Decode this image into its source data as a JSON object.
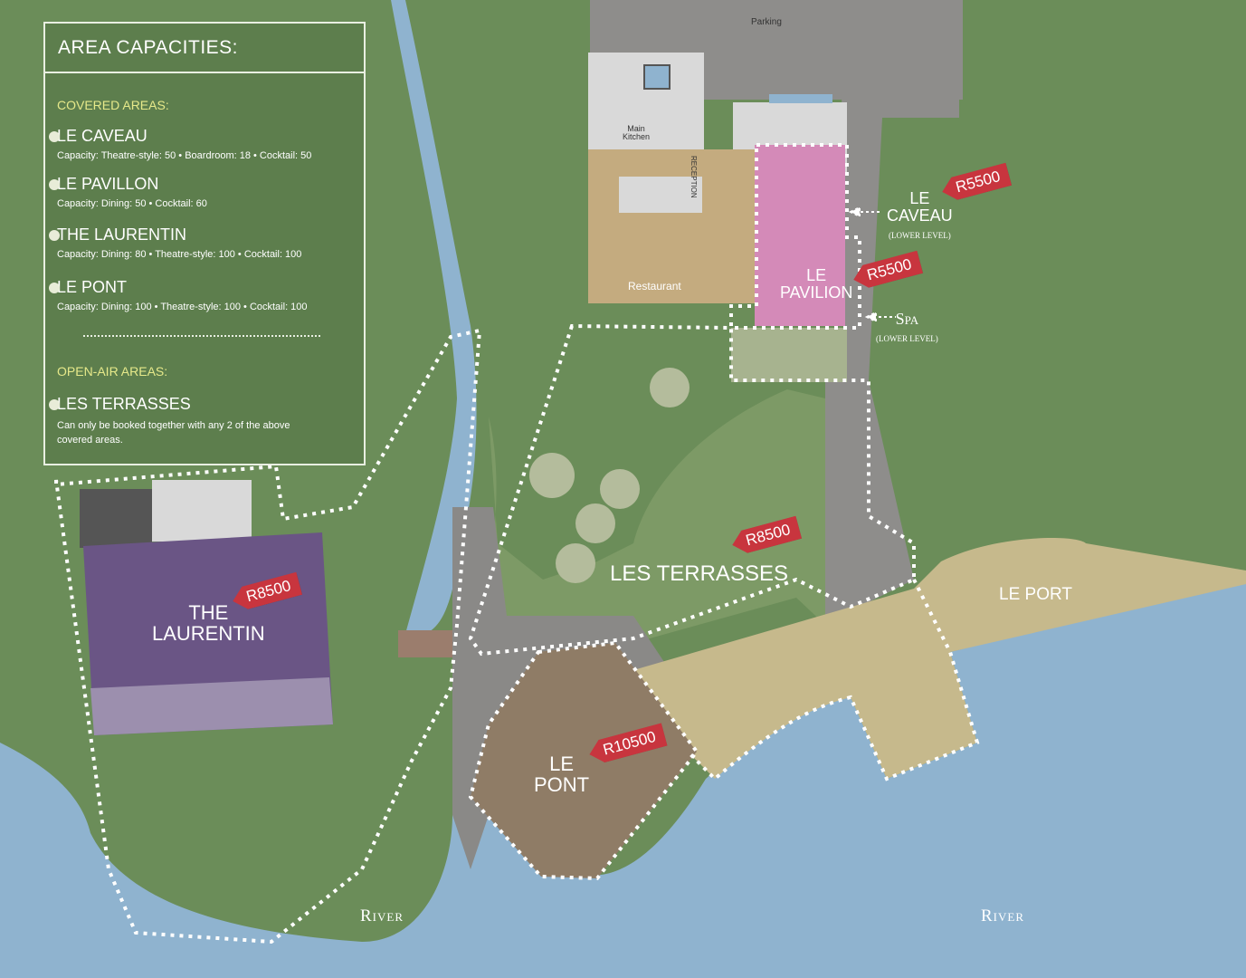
{
  "legend": {
    "title": "AREA CAPACITIES:",
    "covered_heading": "COVERED AREAS:",
    "openair_heading": "OPEN-AIR AREAS:",
    "items": [
      {
        "name": "LE CAVEAU",
        "capacity": "Capacity:  Theatre-style: 50  •  Boardroom: 18  •  Cocktail: 50"
      },
      {
        "name": "LE PAVILLON",
        "capacity": "Capacity:  Dining: 50  •  Cocktail: 60"
      },
      {
        "name": "THE LAURENTIN",
        "capacity": "Capacity:  Dining: 80  •  Theatre-style: 100  •  Cocktail: 100"
      },
      {
        "name": "LE PONT",
        "capacity": "Capacity:  Dining: 100  •  Theatre-style: 100  •  Cocktail: 100"
      }
    ],
    "openair": {
      "name": "LES TERRASSES",
      "description": "Can only be booked together with any 2 of the above covered areas."
    }
  },
  "map": {
    "parking": "Parking",
    "main_kitchen_line1": "Main",
    "main_kitchen_line2": "Kitchen",
    "reception": "RECEPTION",
    "restaurant": "Restaurant",
    "le_caveau_line1": "LE",
    "le_caveau_line2": "CAVEAU",
    "le_caveau_sub": "(LOWER LEVEL)",
    "spa": "Spa",
    "spa_sub": "(LOWER LEVEL)",
    "le_pavilion_line1": "LE",
    "le_pavilion_line2": "PAVILION",
    "laurentin_line1": "THE",
    "laurentin_line2": "LAURENTIN",
    "les_terrasses": "LES TERRASSES",
    "le_pont_line1": "LE",
    "le_pont_line2": "PONT",
    "le_port": "LE PORT",
    "river_left": "River",
    "river_right": "River"
  },
  "prices": {
    "caveau": "R5500",
    "pavilion": "R5500",
    "laurentin": "R8500",
    "terrasses": "R8500",
    "pont": "R10500"
  },
  "colors": {
    "grass": "#6b8d59",
    "water": "#8fb3cf",
    "path": "#8a8987",
    "pavilion": "#d48ab8",
    "laurentin": "#6a5585",
    "pont": "#8f7c66",
    "sand": "#c6b98c",
    "price_tag": "#c8353e",
    "legend_accent": "#e6e98a"
  }
}
